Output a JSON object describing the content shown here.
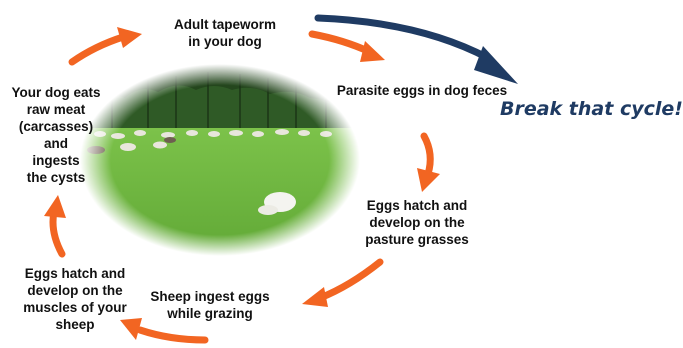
{
  "diagram": {
    "stages": [
      {
        "lines": [
          "Adult tapeworm",
          "in your dog"
        ]
      },
      {
        "lines": [
          "Parasite eggs in dog feces"
        ]
      },
      {
        "lines": [
          "Eggs hatch and",
          "develop on the",
          "pasture grasses"
        ]
      },
      {
        "lines": [
          "Sheep ingest eggs",
          "while grazing"
        ]
      },
      {
        "lines": [
          "Eggs hatch and",
          "develop on the",
          "muscles of your",
          "sheep"
        ]
      },
      {
        "lines": [
          "Your dog eats",
          "raw meat",
          "(carcasses)",
          "and",
          "ingests",
          "the cysts"
        ]
      }
    ],
    "callout": "Break that cycle!",
    "colors": {
      "cycle_arrow": "#f26522",
      "break_arrow": "#1f3b63",
      "callout_text": "#1f3b63",
      "grass": "#6bb33e",
      "trees": "#24461d"
    },
    "photo": {
      "icon": "pasture-photo-icon"
    }
  }
}
